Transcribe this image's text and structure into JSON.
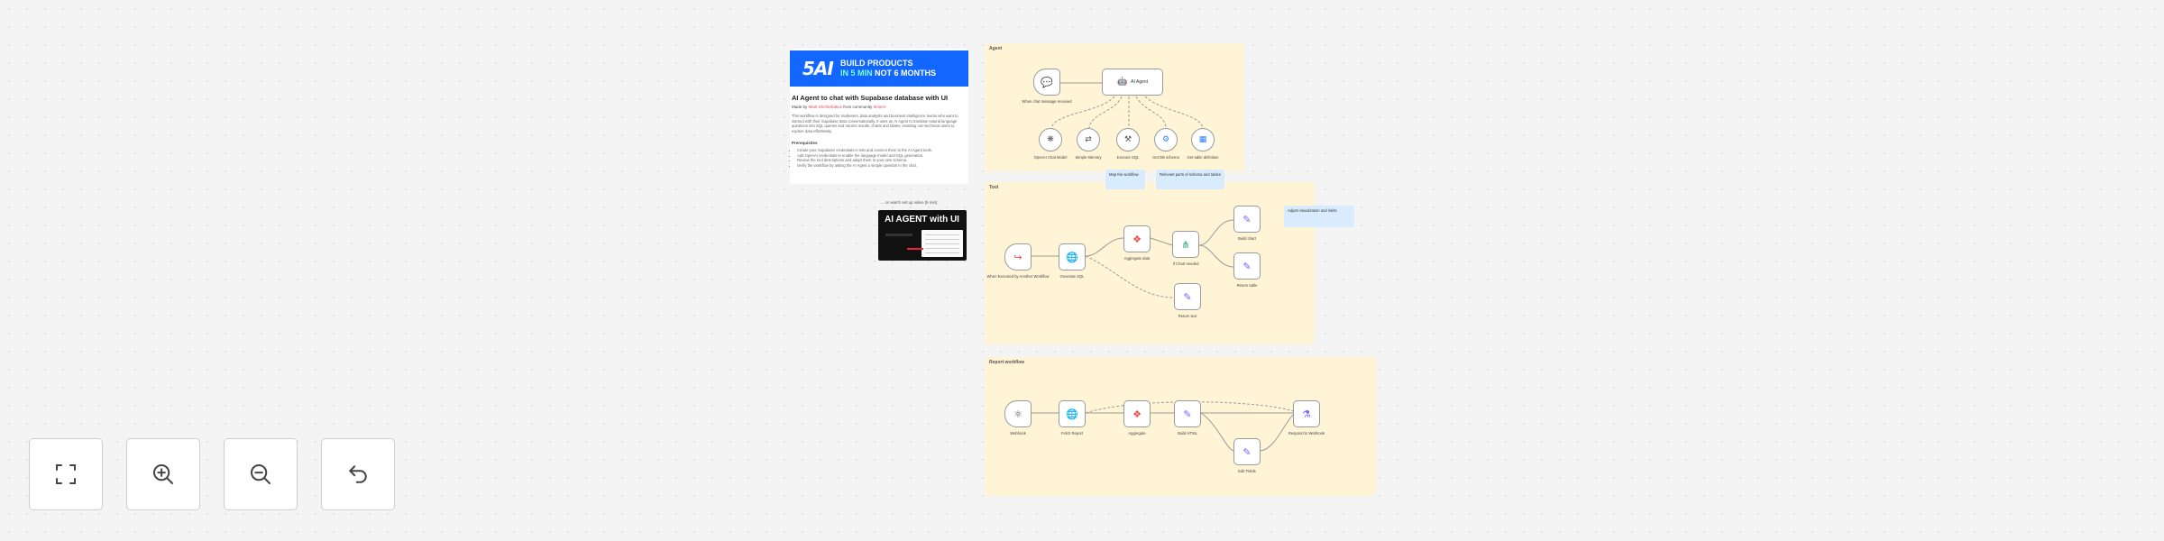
{
  "info_note": {
    "banner_logo": "5AI",
    "banner_line1": "BUILD PRODUCTS",
    "banner_line2_pre": "IN 5 MIN",
    "banner_line2_post": "NOT 6 MONTHS",
    "title": "AI Agent to chat with Supabase database with UI",
    "byline_pre": "Made by ",
    "byline_author": "Mark Shcherbakov",
    "byline_mid": " from community ",
    "byline_community": "5minAI",
    "paragraph": "This workflow is designed for marketers, data analysts and business intelligence teams who want to interact with their Supabase data conversationally. It uses an AI Agent to translate natural language questions into SQL queries and returns results, charts and tables, enabling non-technical users to explore data effortlessly.",
    "prereq_heading": "Prerequisites",
    "prereq_items": [
      "Create your Supabase credentials in n8n and connect them to the AI Agent tools.",
      "Add OpenAI credentials to enable the language model and SQL generation.",
      "Review the tool descriptions and adapt them to your own schema.",
      "Verify the workflow by asking the AI Agent a simple question in the chat."
    ],
    "video_caption": "... or watch set up video [5 min]",
    "video_title": "AI AGENT with UI"
  },
  "groups": {
    "agent": {
      "label": "Agent",
      "nodes": {
        "chat_trigger": "When chat message received",
        "ai_agent": "AI Agent",
        "openai_model": "OpenAI Chat Model",
        "memory": "Simple Memory",
        "tool1": "Execute SQL",
        "tool2": "Get DB schema",
        "tool3": "Get table definition"
      },
      "note_1": "Map the workflow",
      "note_2": "Relevant parts of schema and tables"
    },
    "tool": {
      "label": "Tool",
      "nodes": {
        "trigger": "When Executed by Another Workflow",
        "http": "Generate SQL",
        "code": "Aggregate data",
        "switch": "If Chart needed",
        "set_chart": "Build chart",
        "set_table": "Return table",
        "set_text": "Return text"
      },
      "note": "Adjust visualization and limits"
    },
    "report": {
      "label": "Report workflow",
      "nodes": {
        "webhook": "Webhook",
        "http": "Fetch Report",
        "code": "Aggregate",
        "set1": "Build HTML",
        "set2": "Edit Fields",
        "respond": "Respond to Webhook"
      }
    }
  },
  "controls": {
    "fit_view": "fit-view",
    "zoom_in": "zoom-in",
    "zoom_out": "zoom-out",
    "reset": "reset-zoom"
  },
  "colors": {
    "canvas": "#f4f4f4",
    "group": "#fff5d6",
    "banner": "#1167ff",
    "accent_red": "#ea4b4b",
    "note_blue": "#d9ecff"
  }
}
